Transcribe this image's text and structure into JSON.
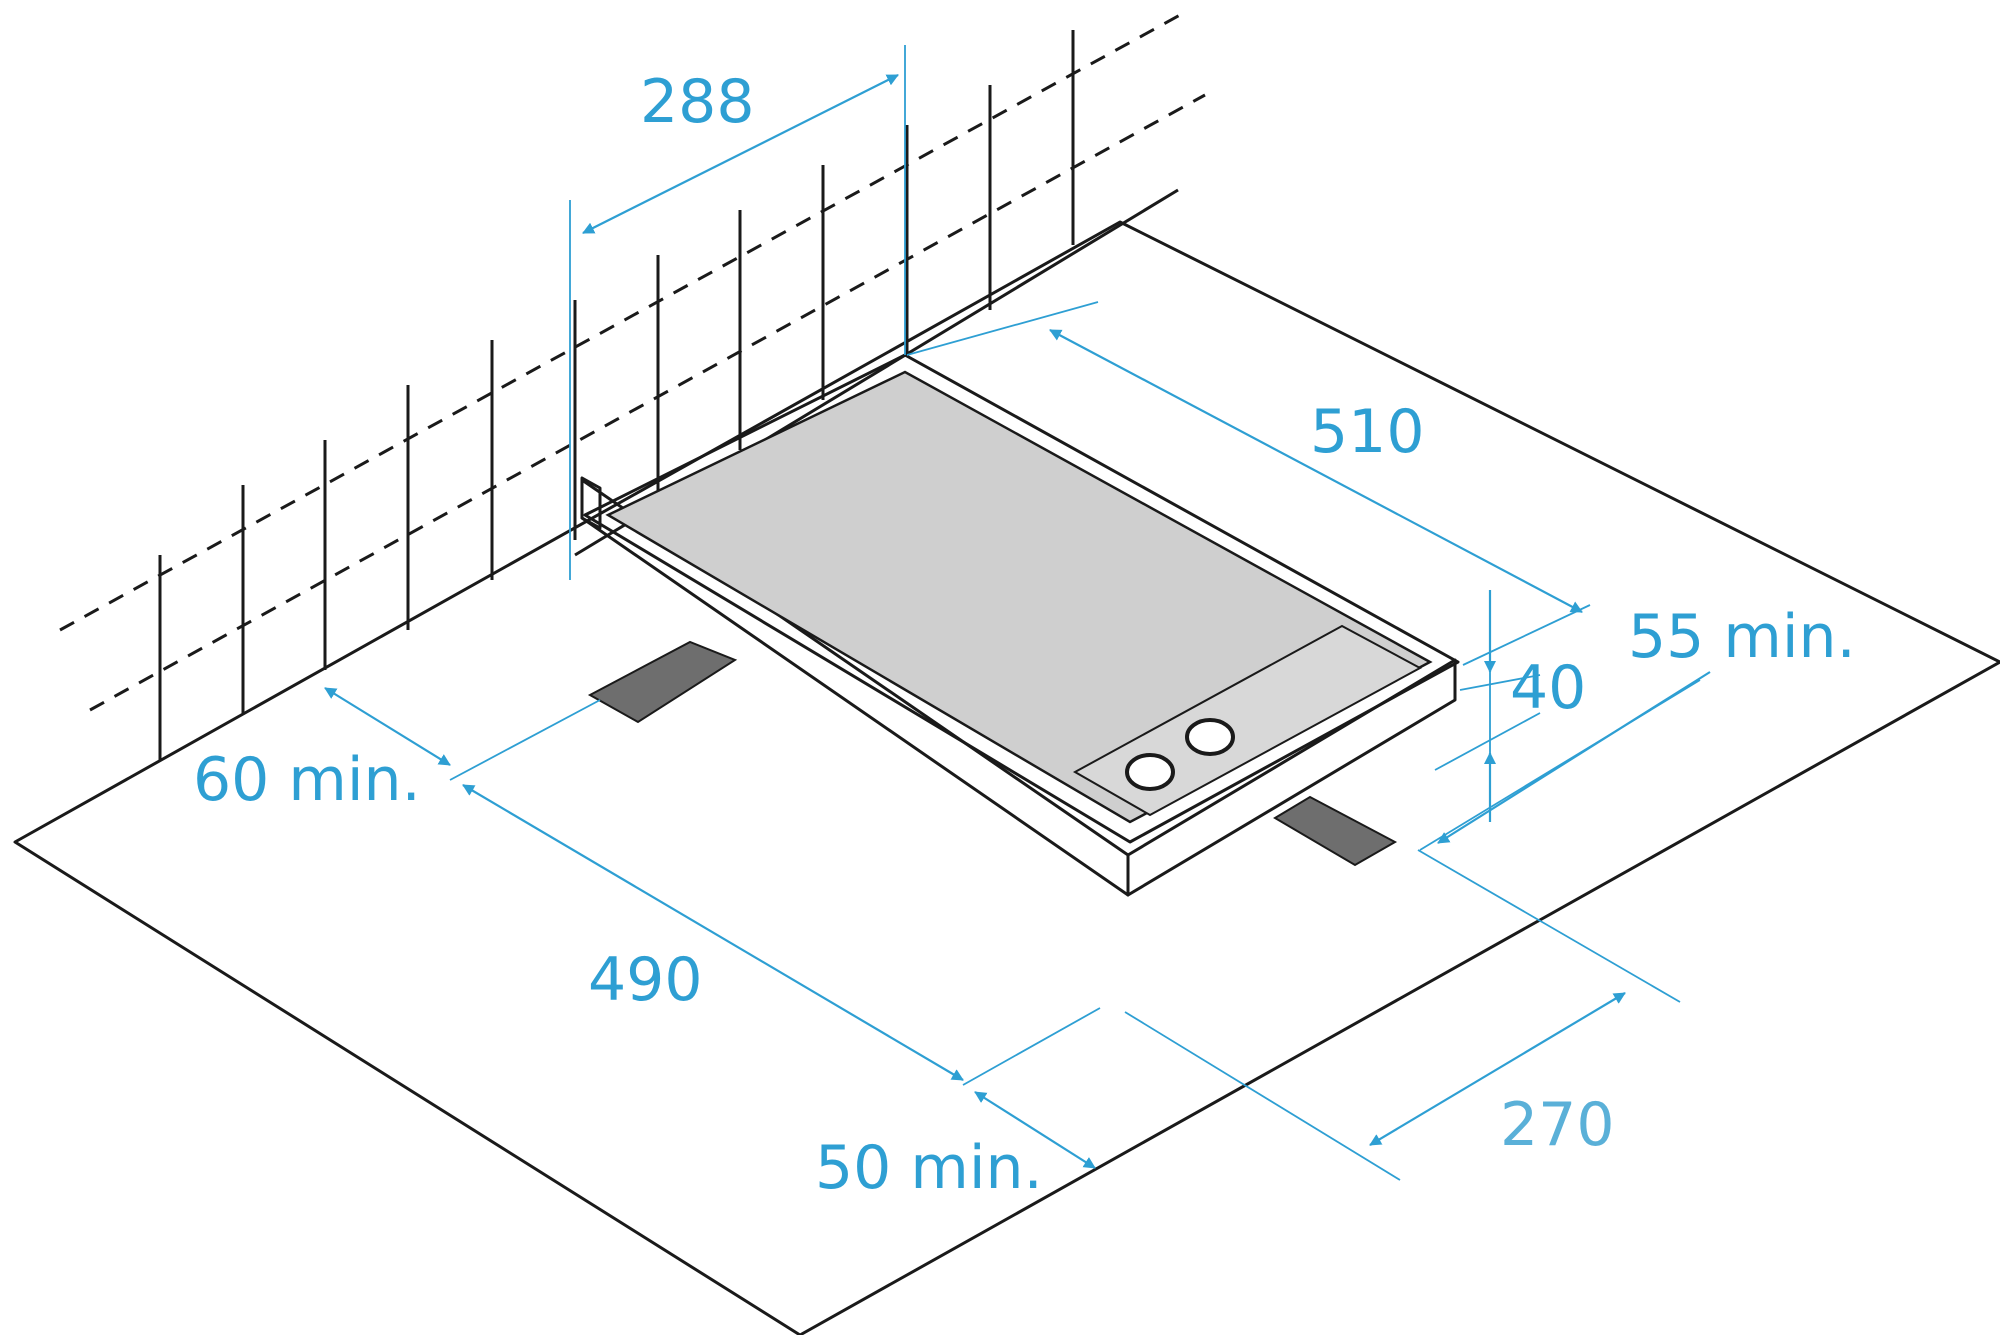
{
  "colors": {
    "dimension": "#2e9fd3",
    "dimension_light": "#5ab0d8",
    "line": "#1a1a1a",
    "hob_surface": "#cfcfcf",
    "cutout_shadow": "#6e6e6e",
    "background": "#ffffff"
  },
  "dimensions": {
    "depth_wall": "288",
    "hob_length": "510",
    "clearance_right": "55 min.",
    "hob_height": "40",
    "clearance_back": "60 min.",
    "cutout_length": "490",
    "clearance_front": "50 min.",
    "cutout_width": "270"
  },
  "icons": [
    "arrow-head-icon",
    "control-knob-icon"
  ]
}
